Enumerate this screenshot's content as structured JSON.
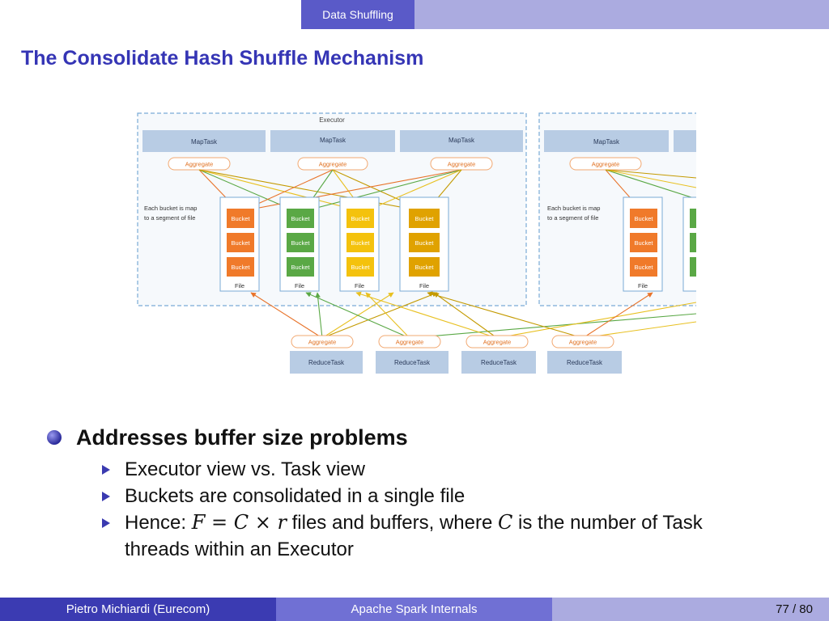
{
  "header": {
    "section": "Data Shuffling"
  },
  "title": "The Consolidate Hash Shuffle Mechanism",
  "diagram": {
    "executor_label": "Executor",
    "maptask_label": "MapTask",
    "aggregate_label": "Aggregate",
    "bucket_note_line1": "Each bucket is map",
    "bucket_note_line2": "to a segment of file",
    "bucket_label": "Bucket",
    "file_label": "File",
    "reducetask_label": "ReduceTask",
    "colors": {
      "orange": "#f07a2a",
      "green": "#5aa845",
      "yellow": "#f4c20d",
      "gold": "#e0a200"
    }
  },
  "bullets": {
    "main": "Addresses buffer size problems",
    "sub1": "Executor view vs. Task view",
    "sub2": "Buckets are consolidated in a single file",
    "sub3_pre": "Hence: ",
    "sub3_formula": "F = C × r",
    "sub3_mid": " files and buffers, where ",
    "sub3_var": "C",
    "sub3_post": " is the number of Task",
    "sub3_line2": "threads within an Executor"
  },
  "footer": {
    "author": "Pietro Michiardi  (Eurecom)",
    "course": "Apache Spark Internals",
    "page": "77 / 80"
  }
}
